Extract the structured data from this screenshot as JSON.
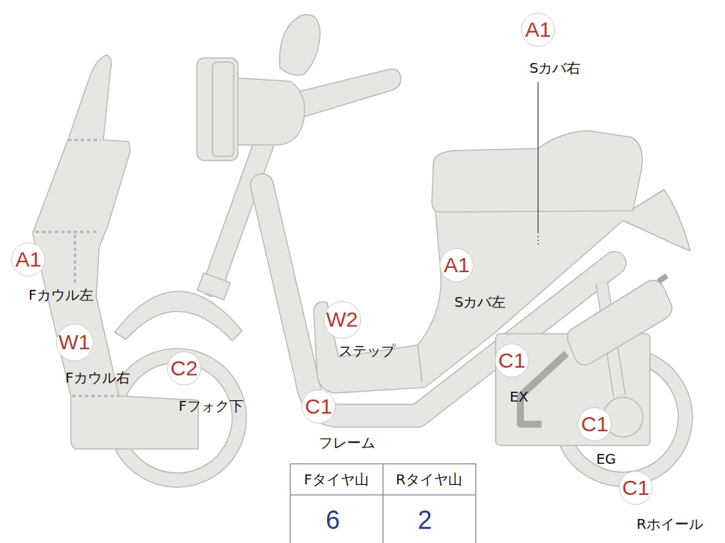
{
  "diagram": {
    "nodes": [
      {
        "text": [
          "A1",
          "Sカバ右"
        ]
      },
      {
        "text": [
          "A1",
          "Fカウル左"
        ]
      },
      {
        "text": [
          "W1",
          "Fカウル右"
        ]
      },
      {
        "text": [
          "C2",
          "Fフォク下"
        ]
      },
      {
        "text": [
          "W2",
          "ステップ"
        ]
      },
      {
        "text": [
          "A1",
          "Sカバ左"
        ]
      },
      {
        "text": [
          "C1",
          "フレーム"
        ]
      },
      {
        "text": [
          "C1",
          "EX"
        ]
      },
      {
        "text": [
          "C1",
          "EG"
        ]
      },
      {
        "text": [
          "C1",
          "Rホイール"
        ]
      }
    ],
    "labels": [
      "Fタイヤ山",
      "Rタイヤ山",
      "6",
      "2"
    ]
  }
}
